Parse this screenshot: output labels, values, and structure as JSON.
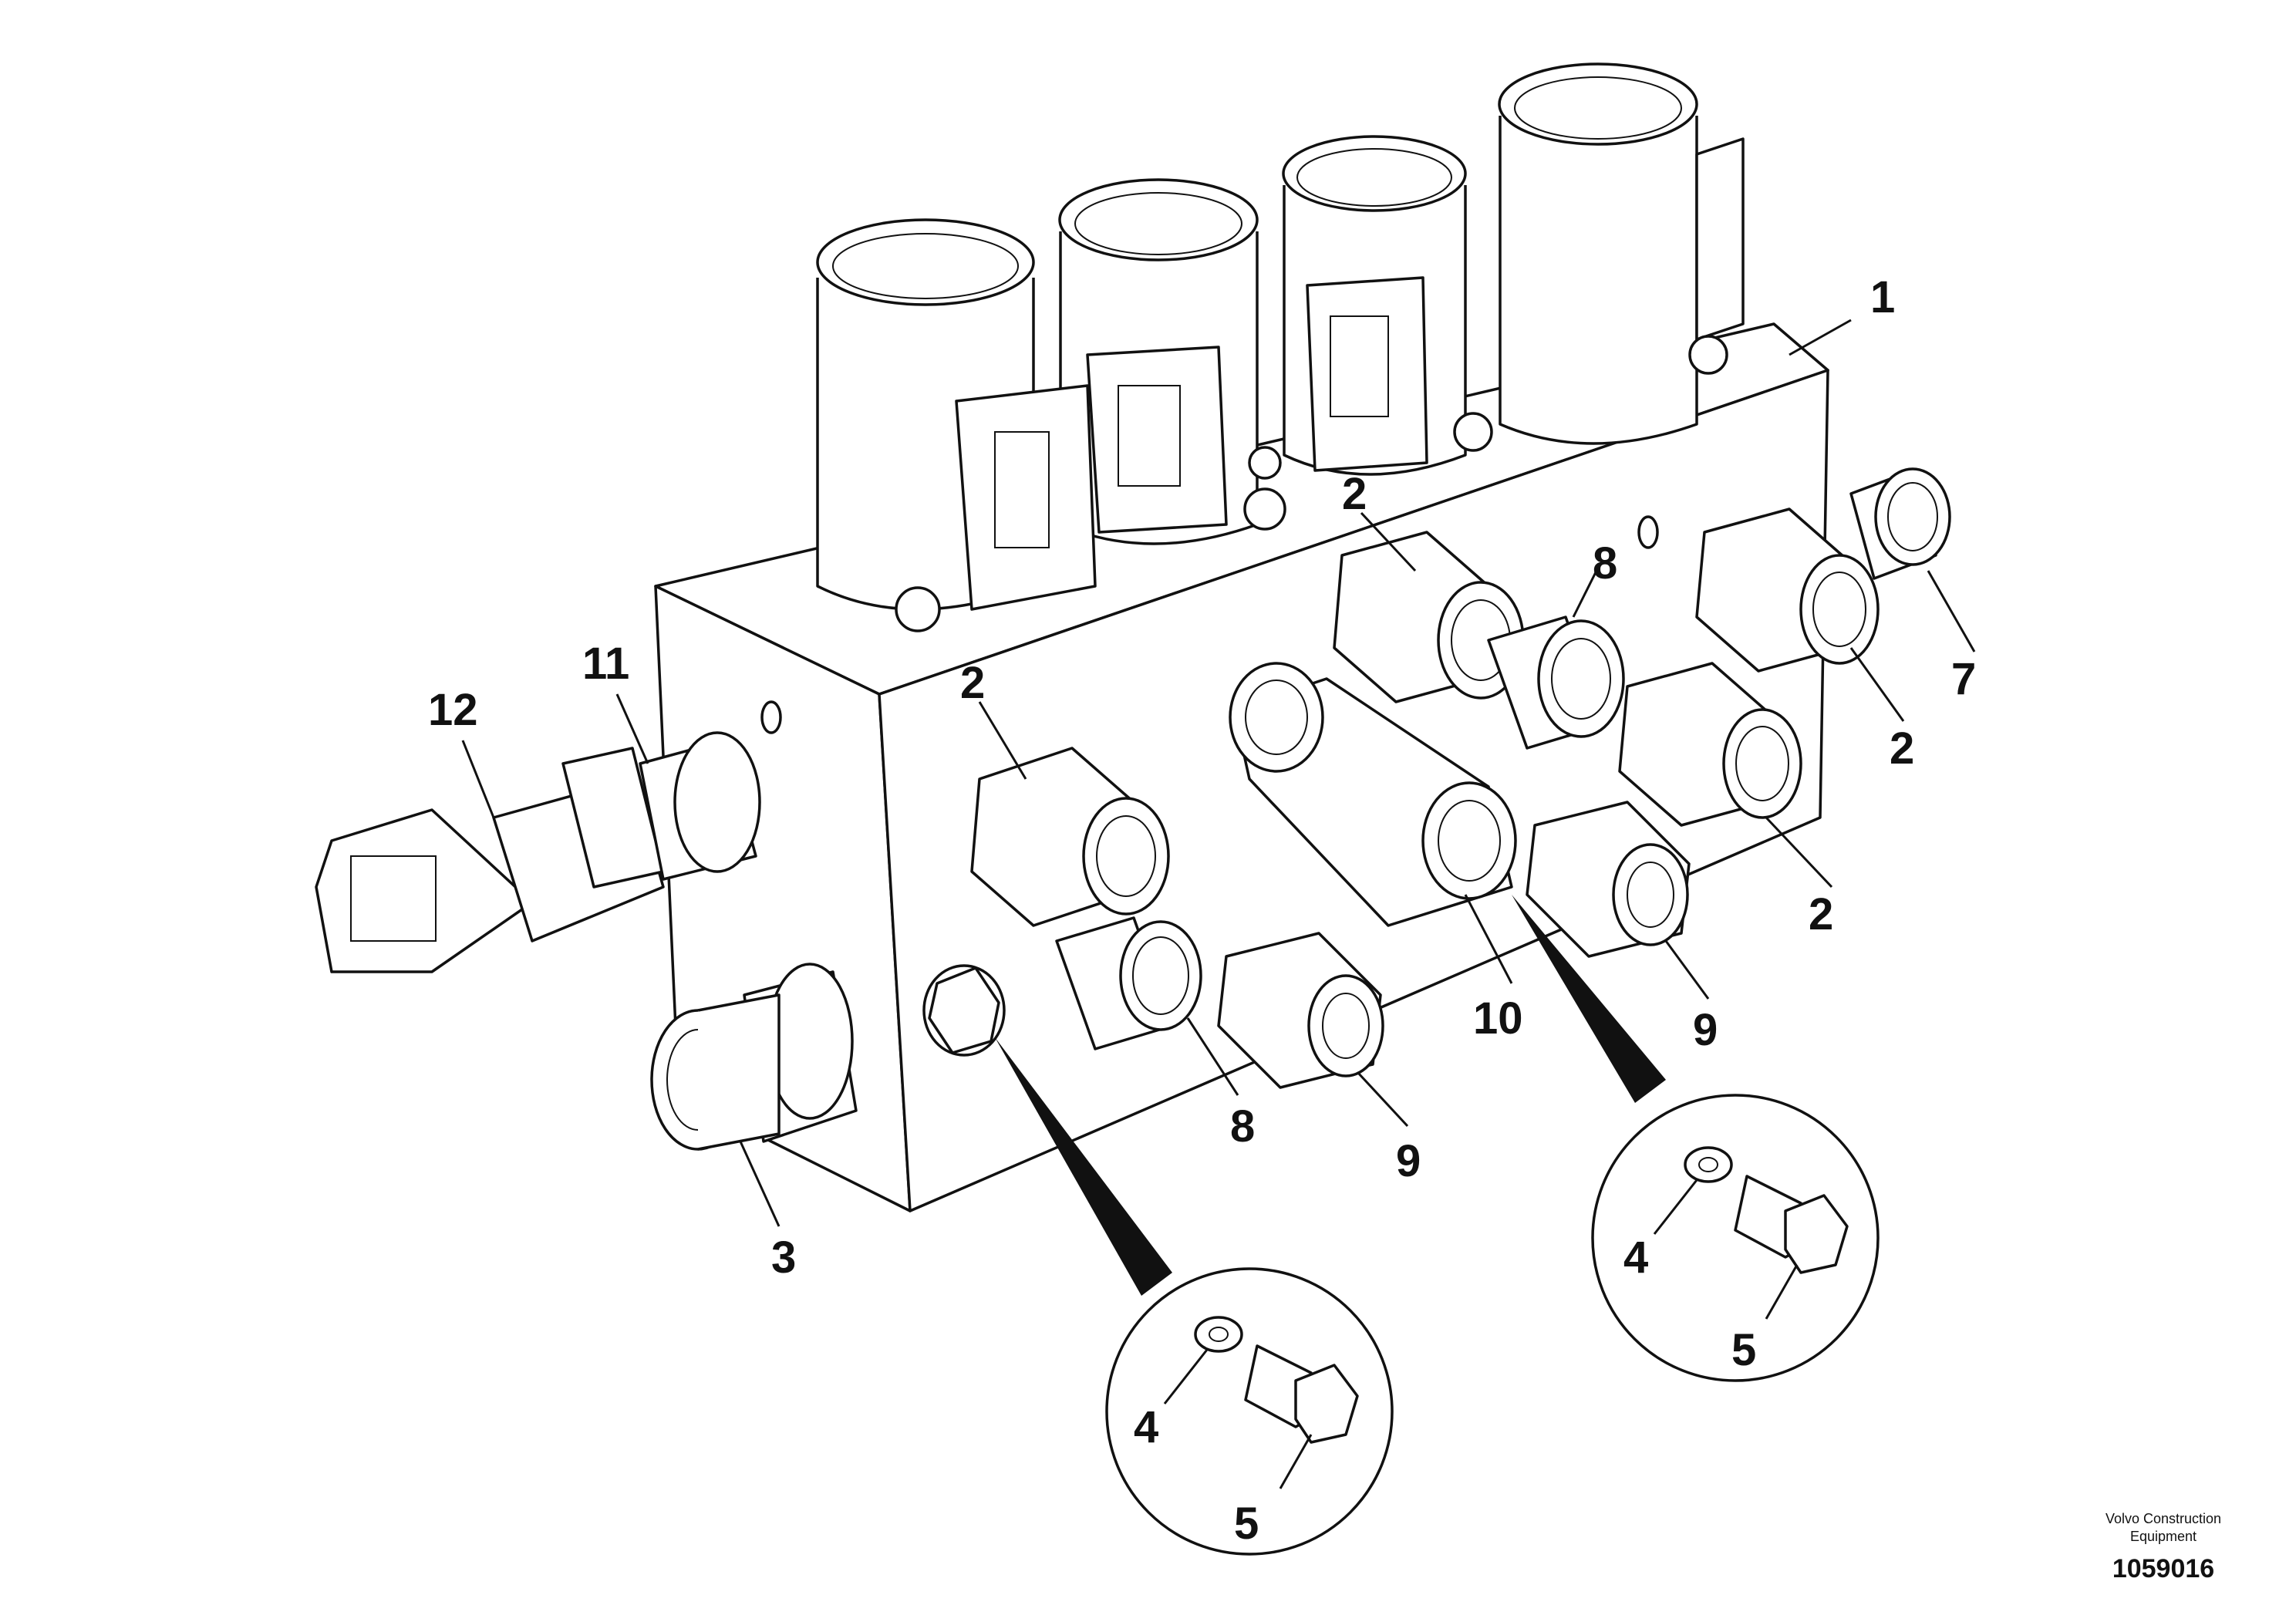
{
  "labels": {
    "l1": "1",
    "l2a": "2",
    "l2b": "2",
    "l2c": "2",
    "l2d": "2",
    "l3": "3",
    "l4a": "4",
    "l4b": "4",
    "l5a": "5",
    "l5b": "5",
    "l7": "7",
    "l8a": "8",
    "l8b": "8",
    "l9a": "9",
    "l9b": "9",
    "l10": "10",
    "l11": "11",
    "l12": "12"
  },
  "credit": {
    "line1": "Volvo Construction",
    "line2": "Equipment",
    "code": "1059016"
  }
}
